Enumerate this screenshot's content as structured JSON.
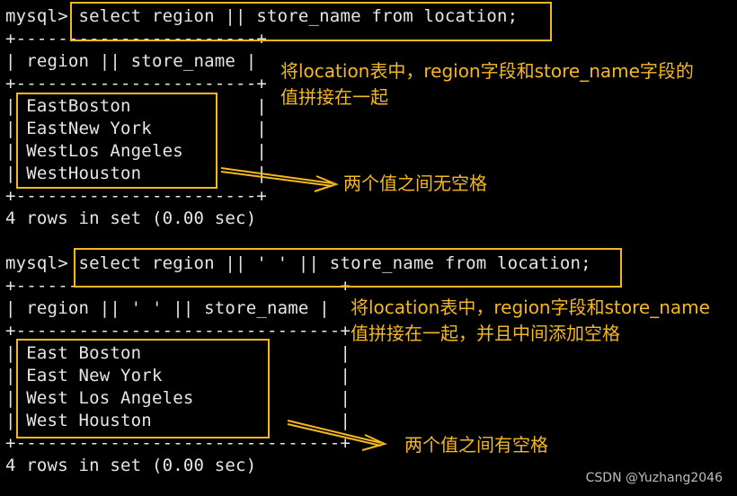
{
  "window": {
    "title": "mysql terminal"
  },
  "block1": {
    "prompt": "mysql> select region || store_name from location;",
    "border_top": "+-----------------------+",
    "header": "| region || store_name |",
    "border_mid": "+-----------------------+",
    "rows": [
      "| EastBoston            |",
      "| EastNew York          |",
      "| WestLos Angeles       |",
      "| WestHouston           |"
    ],
    "border_bottom": "+-----------------------+",
    "result": "4 rows in set (0.00 sec)",
    "note_line1": "将location表中，region字段和store_name字段的",
    "note_line2": "值拼接在一起",
    "arrow_label": "两个值之间无空格"
  },
  "block2": {
    "prompt": "mysql> select region || ' ' || store_name from location;",
    "border_top": "+-------------------------------+",
    "header": "| region || ' ' || store_name |",
    "border_mid": "+-------------------------------+",
    "rows": [
      "| East Boston                   |",
      "| East New York                 |",
      "| West Los Angeles              |",
      "| West Houston                  |"
    ],
    "border_bottom": "+-------------------------------+",
    "result": "4 rows in set (0.00 sec)",
    "note_line1": "将location表中，region字段和store_name",
    "note_line2": "值拼接在一起，并且中间添加空格",
    "arrow_label": "两个值之间有空格"
  },
  "watermark": "CSDN @Yuzhang2046",
  "colors": {
    "background": "#000000",
    "text": "#e6e6e6",
    "annotation": "#f5b820"
  }
}
